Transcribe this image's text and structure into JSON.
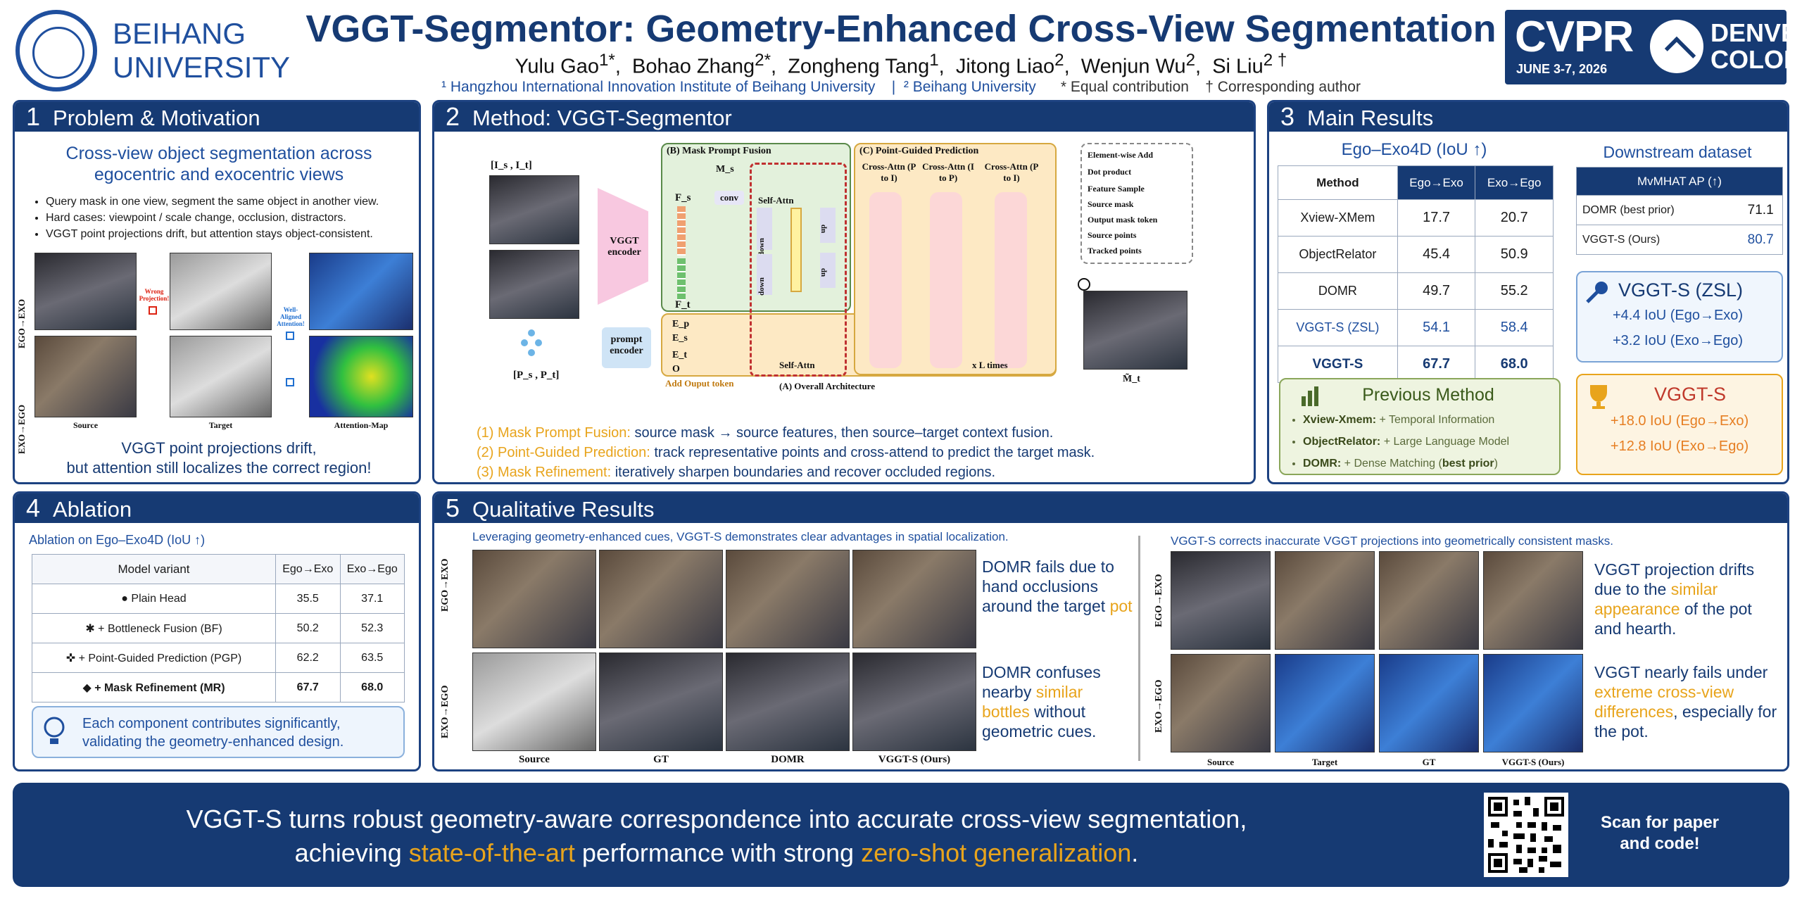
{
  "header": {
    "university": "BEIHANG\nUNIVERSITY",
    "title": "VGGT-Segmentor: Geometry-Enhanced Cross-View Segmentation",
    "authors": [
      {
        "name": "Yulu Gao",
        "sup": "1*"
      },
      {
        "name": "Bohao Zhang",
        "sup": "2*"
      },
      {
        "name": "Zongheng Tang",
        "sup": "1"
      },
      {
        "name": "Jitong Liao",
        "sup": "2"
      },
      {
        "name": "Wenjun Wu",
        "sup": "2"
      },
      {
        "name": "Si Liu",
        "sup": "2 †"
      }
    ],
    "affil1": "¹ Hangzhou International Innovation Institute of Beihang University",
    "sep": "|",
    "affil2": "² Beihang University",
    "equal": "* Equal contribution",
    "corr": "† Corresponding author",
    "conf": {
      "name": "CVPR",
      "date": "JUNE 3-7, 2026",
      "city1": "DENVER",
      "city2": "COLORADO"
    }
  },
  "p1": {
    "num": "1",
    "title": "Problem & Motivation",
    "heading": "Cross-view object segmentation across egocentric and exocentric views",
    "bullets": [
      "Query mask in one view, segment the same object in another view.",
      "Hard cases: viewpoint / scale change, occlusion, distractors.",
      "VGGT point projections drift, but attention stays object-consistent."
    ],
    "row1": "EGO→EXO",
    "row2": "EXO→EGO",
    "wrong": "Wrong Projection!",
    "aligned": "Well-Aligned Attention!",
    "cols": [
      "Source",
      "Target",
      "Attention-Map"
    ],
    "footer": "VGGT point projections drift,\nbut attention still localizes the correct region!"
  },
  "p2": {
    "num": "2",
    "title": "Method: VGGT-Segmentor",
    "it": "[I_s , I_t]",
    "encoder": "VGGT encoder",
    "ps": "[P_s , P_t]",
    "penc": "prompt encoder",
    "fuse": "(B) Mask Prompt Fusion",
    "pgp": "(C) Point-Guided Prediction",
    "ms": "M_s",
    "conv": "conv",
    "fs": "F_s",
    "ft": "F_t",
    "sa1": "Self-Attn",
    "sa2": "Self-Attn",
    "down1": "down",
    "down2": "down",
    "up1": "up",
    "up2": "up",
    "ep": "E_p",
    "es": "E_s",
    "et": "E_t",
    "o": "O",
    "addtok": "Add Ouput token",
    "ca1": "Cross-Attn (P to I)",
    "ca2": "Cross-Attn (I to P)",
    "ca3": "Cross-Attn (P to I)",
    "ltimes": "x  L times",
    "mt": "M̃_t",
    "arch": "(A) Overall Architecture",
    "legend": [
      "Element-wise Add",
      "Dot product",
      "Feature Sample",
      "Source mask",
      "Output mask token",
      "Source points",
      "Tracked points"
    ],
    "lines": [
      {
        "k": "(1) Mask Prompt Fusion:",
        "v": "source mask → source features, then source–target context fusion."
      },
      {
        "k": "(2) Point-Guided Prediction:",
        "v": "track representative points and cross-attend to predict the target mask."
      },
      {
        "k": "(3) Mask Refinement:",
        "v": "iteratively sharpen boundaries and recover occluded regions."
      }
    ]
  },
  "p3": {
    "num": "3",
    "title": "Main Results",
    "t1title": "Ego–Exo4D (IoU ↑)",
    "t1head": [
      "Method",
      "Ego→Exo",
      "Exo→Ego"
    ],
    "t1rows": [
      [
        "Xview-XMem",
        "17.7",
        "20.7"
      ],
      [
        "ObjectRelator",
        "45.4",
        "50.9"
      ],
      [
        "DOMR",
        "49.7",
        "55.2"
      ],
      [
        "VGGT-S (ZSL)",
        "54.1",
        "58.4"
      ],
      [
        "VGGT-S",
        "67.7",
        "68.0"
      ]
    ],
    "t2title": "Downstream dataset",
    "t2head": "MvMHAT AP (↑)",
    "t2rows": [
      [
        "DOMR (best prior)",
        "71.1"
      ],
      [
        "VGGT-S (Ours)",
        "80.7"
      ]
    ],
    "prevtitle": "Previous Method",
    "prev": [
      {
        "k": "Xview-Xmem:",
        "v": " + Temporal Information"
      },
      {
        "k": "ObjectRelator:",
        "v": " + Large Language Model"
      },
      {
        "k": "DOMR:",
        "v": " + Dense Matching (",
        "b": "best prior",
        ")": ")"
      }
    ],
    "zsltitle": "VGGT-S (ZSL)",
    "zsl1": "+4.4 IoU (Ego→Exo)",
    "zsl2": "+3.2 IoU (Exo→Ego)",
    "vtitle": "VGGT-S",
    "v1": "+18.0 IoU (Ego→Exo)",
    "v2": "+12.8 IoU (Exo→Ego)"
  },
  "p4": {
    "num": "4",
    "title": "Ablation",
    "subtitle": "Ablation on Ego–Exo4D (IoU ↑)",
    "head": [
      "Model variant",
      "Ego→Exo",
      "Exo→Ego"
    ],
    "rows": [
      [
        "● Plain Head",
        "35.5",
        "37.1"
      ],
      [
        "✱ + Bottleneck Fusion (BF)",
        "50.2",
        "52.3"
      ],
      [
        "✜ + Point-Guided Prediction (PGP)",
        "62.2",
        "63.5"
      ],
      [
        "◆ + Mask Refinement (MR)",
        "67.7",
        "68.0"
      ]
    ],
    "note": "Each component contributes significantly,\nvalidating the geometry-enhanced design."
  },
  "p5": {
    "num": "5",
    "title": "Qualitative Results",
    "leftcap": "Leveraging geometry-enhanced cues, VGGT-S demonstrates clear advantages in spatial localization.",
    "rightcap": "VGGT-S corrects inaccurate VGGT projections into geometrically consistent masks.",
    "r1": "EGO→EXO",
    "r2": "EXO→EGO",
    "lcols": [
      "Source",
      "GT",
      "DOMR",
      "VGGT-S (Ours)"
    ],
    "rcols": [
      "Source",
      "Target",
      "GT",
      "VGGT-S (Ours)"
    ],
    "t1a": "DOMR fails due to hand occlusions around the target ",
    "t1b": "pot",
    ".": ".",
    "t2a": "DOMR confuses nearby ",
    "t2b": "similar bottles",
    " ": " without geometric cues.",
    "t3a": "VGGT projection drifts due to the ",
    "t3b": "similar appearance",
    "t3c": " of the pot and hearth.",
    "t4a": "VGGT nearly fails under ",
    "t4b": "extreme cross-view differences",
    "t4c": ", especially for the pot."
  },
  "footer": {
    "line1": "VGGT-S turns robust geometry-aware correspondence into accurate cross-view segmentation,",
    "l2a": "achieving ",
    "l2b": "state-of-the-art",
    "l2c": " performance with strong ",
    "l2d": "zero-shot generalization",
    "l2e": ".",
    "scan": "Scan for paper and code!"
  },
  "colors": {
    "navy": "#163a73",
    "accent": "#e8a41c",
    "blue": "#1f4f9e"
  }
}
